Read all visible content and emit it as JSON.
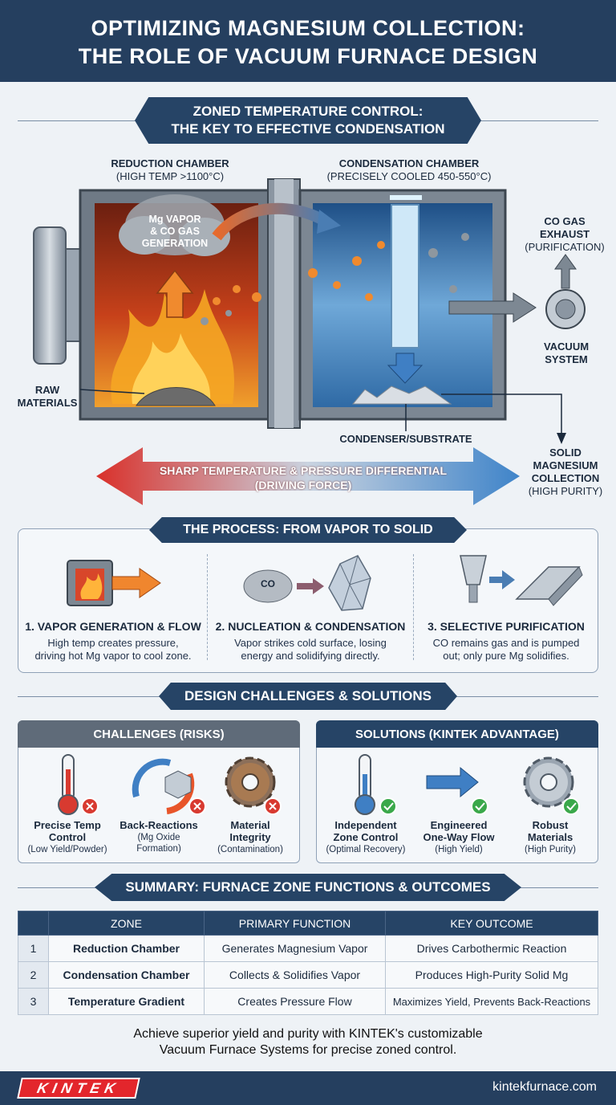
{
  "header": {
    "line1": "OPTIMIZING MAGNESIUM COLLECTION:",
    "line2": "THE ROLE OF VACUUM FURNACE DESIGN"
  },
  "zoned_banner": {
    "line1": "ZONED TEMPERATURE CONTROL:",
    "line2": "THE KEY TO EFFECTIVE CONDENSATION"
  },
  "diagram": {
    "reduction_title": "REDUCTION CHAMBER",
    "reduction_sub": "(HIGH TEMP >1100°C)",
    "condensation_title": "CONDENSATION CHAMBER",
    "condensation_sub": "(PRECISELY COOLED 450-550°C)",
    "vapor_line1": "Mg VAPOR",
    "vapor_line2": "& CO GAS",
    "vapor_line3": "GENERATION",
    "co_line1": "CO GAS",
    "co_line2": "EXHAUST",
    "co_line3": "(PURIFICATION)",
    "vacuum_line1": "VACUUM",
    "vacuum_line2": "SYSTEM",
    "raw_line1": "RAW",
    "raw_line2": "MATERIALS",
    "condenser": "CONDENSER/SUBSTRATE",
    "solid_line1": "SOLID",
    "solid_line2": "MAGNESIUM",
    "solid_line3": "COLLECTION",
    "solid_line4": "(HIGH PURITY)",
    "differential_line1": "SHARP TEMPERATURE & PRESSURE DIFFERENTIAL",
    "differential_line2": "(DRIVING FORCE)"
  },
  "process": {
    "title": "THE PROCESS: FROM VAPOR TO SOLID",
    "co_bubble": "CO",
    "steps": [
      {
        "title": "1. VAPOR GENERATION & FLOW",
        "line1": "High temp creates pressure,",
        "line2": "driving hot Mg vapor to cool zone."
      },
      {
        "title": "2. NUCLEATION & CONDENSATION",
        "line1": "Vapor strikes cold surface, losing",
        "line2": "energy and solidifying directly."
      },
      {
        "title": "3. SELECTIVE PURIFICATION",
        "line1": "CO remains gas and is pumped",
        "line2": "out; only pure Mg solidifies."
      }
    ]
  },
  "design": {
    "title": "DESIGN CHALLENGES & SOLUTIONS",
    "challenges_title": "CHALLENGES (RISKS)",
    "solutions_title": "SOLUTIONS (KINTEK ADVANTAGE)",
    "challenges": [
      {
        "l1": "Precise Temp",
        "l2": "Control",
        "sub": "(Low Yield/Powder)"
      },
      {
        "l1": "Back-Reactions",
        "l2": "",
        "sub1": "(Mg Oxide",
        "sub2": "Formation)"
      },
      {
        "l1": "Material",
        "l2": "Integrity",
        "sub": "(Contamination)"
      }
    ],
    "solutions": [
      {
        "l1": "Independent",
        "l2": "Zone Control",
        "sub": "(Optimal Recovery)"
      },
      {
        "l1": "Engineered",
        "l2": "One-Way Flow",
        "sub": "(High Yield)"
      },
      {
        "l1": "Robust",
        "l2": "Materials",
        "sub": "(High Purity)"
      }
    ]
  },
  "summary": {
    "title": "SUMMARY: FURNACE ZONE FUNCTIONS & OUTCOMES",
    "headers": [
      "ZONE",
      "PRIMARY FUNCTION",
      "KEY OUTCOME"
    ],
    "rows": [
      {
        "num": "1",
        "zone": "Reduction Chamber",
        "function": "Generates Magnesium Vapor",
        "outcome": "Drives Carbothermic Reaction"
      },
      {
        "num": "2",
        "zone": "Condensation Chamber",
        "function": "Collects & Solidifies Vapor",
        "outcome": "Produces High-Purity Solid Mg"
      },
      {
        "num": "3",
        "zone": "Temperature Gradient",
        "function": "Creates Pressure Flow",
        "outcome": "Maximizes Yield, Prevents Back-Reactions"
      }
    ]
  },
  "footer": {
    "line1": "Achieve superior yield and purity with KINTEK's customizable",
    "line2": "Vacuum Furnace Systems for precise zoned control.",
    "logo": "KINTEK",
    "website": "kintekfurnace.com"
  },
  "colors": {
    "navy": "#264466",
    "hot": "#e8552a",
    "cold": "#3f7fc4",
    "red_badge": "#d83a30",
    "green_badge": "#3aa84a"
  }
}
